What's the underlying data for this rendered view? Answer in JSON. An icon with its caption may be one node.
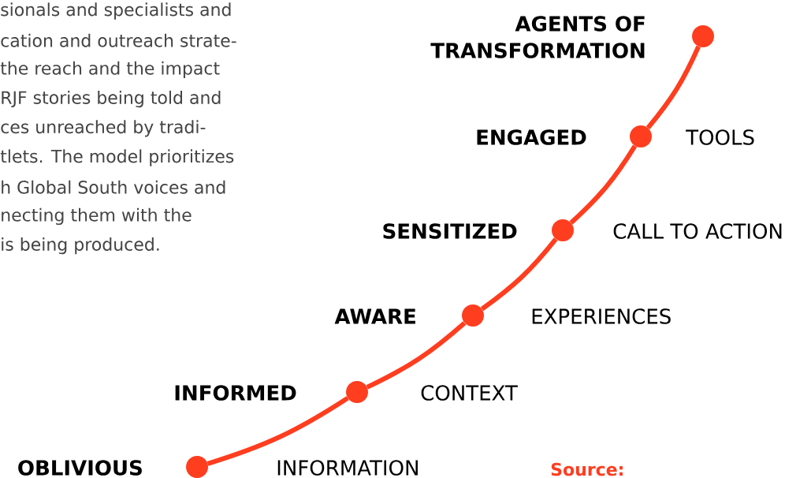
{
  "diagram": {
    "nodes": [
      {
        "text": [],
        "shape": "circle",
        "beside": [
          "OBLIVIOUS",
          "INFORMATION"
        ]
      },
      {
        "text": [],
        "shape": "circle",
        "beside": [
          "INFORMED",
          "CONTEXT"
        ]
      },
      {
        "text": [],
        "shape": "circle",
        "beside": [
          "AWARE",
          "EXPERIENCES"
        ]
      },
      {
        "text": [],
        "shape": "circle",
        "beside": [
          "SENSITIZED",
          "CALL TO ACTION"
        ]
      },
      {
        "text": [],
        "shape": "circle",
        "beside": [
          "ENGAGED",
          "TOOLS"
        ]
      },
      {
        "text": [],
        "shape": "circle",
        "beside": [
          "AGENTS OF TRANSFORMATION"
        ]
      }
    ],
    "edges": [
      {
        "from": 0,
        "to": 1,
        "arrow": "none"
      },
      {
        "from": 1,
        "to": 2,
        "arrow": "none"
      },
      {
        "from": 2,
        "to": 3,
        "arrow": "none"
      },
      {
        "from": 3,
        "to": 4,
        "arrow": "none"
      },
      {
        "from": 4,
        "to": 5,
        "arrow": "none"
      }
    ],
    "labels": [
      "sionals and specialists and",
      "cation and outreach strate-",
      "the reach and the impact",
      "RJF stories being told and",
      "ces unreached by tradi-",
      "tlets. The model prioritizes",
      "h Global South voices and",
      "necting them with the",
      "is being produced.",
      "Source:"
    ]
  }
}
